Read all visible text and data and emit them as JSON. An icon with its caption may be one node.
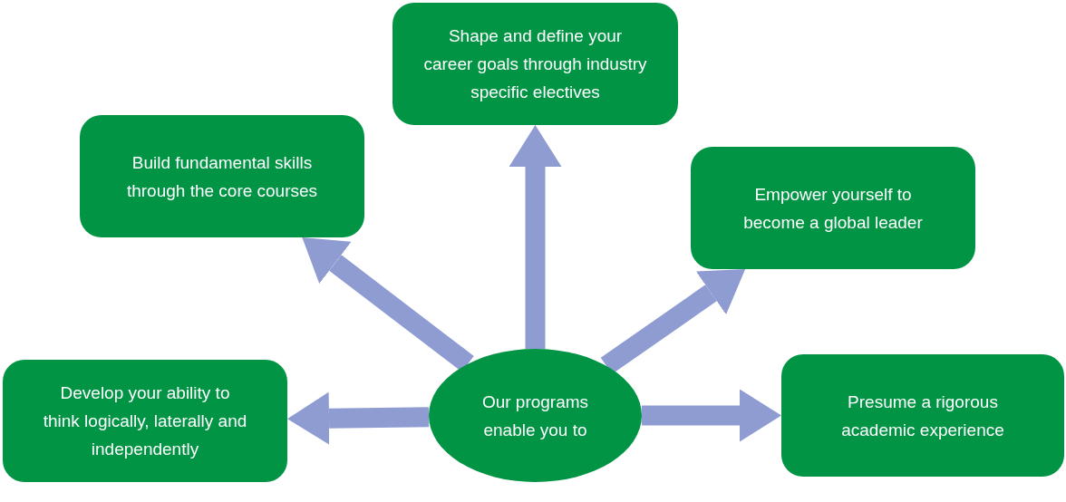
{
  "diagram": {
    "nodes": [
      {
        "text": [
          "Our programs enable you to"
        ]
      },
      {
        "text": [
          "Build fundamental skills through the core courses"
        ]
      },
      {
        "text": [
          "Shape and define your career goals through industry specific electives"
        ]
      },
      {
        "text": [
          "Empower yourself to become a global leader"
        ]
      },
      {
        "text": [
          "Develop your ability to think logically, laterally and independently"
        ]
      },
      {
        "text": [
          "Presume a rigorous academic experience"
        ]
      }
    ],
    "edges": [
      {
        "from": 0,
        "to": 1,
        "arrow": "to"
      },
      {
        "from": 0,
        "to": 2,
        "arrow": "to"
      },
      {
        "from": 0,
        "to": 3,
        "arrow": "to"
      },
      {
        "from": 0,
        "to": 4,
        "arrow": "to"
      },
      {
        "from": 0,
        "to": 5,
        "arrow": "to"
      }
    ]
  }
}
